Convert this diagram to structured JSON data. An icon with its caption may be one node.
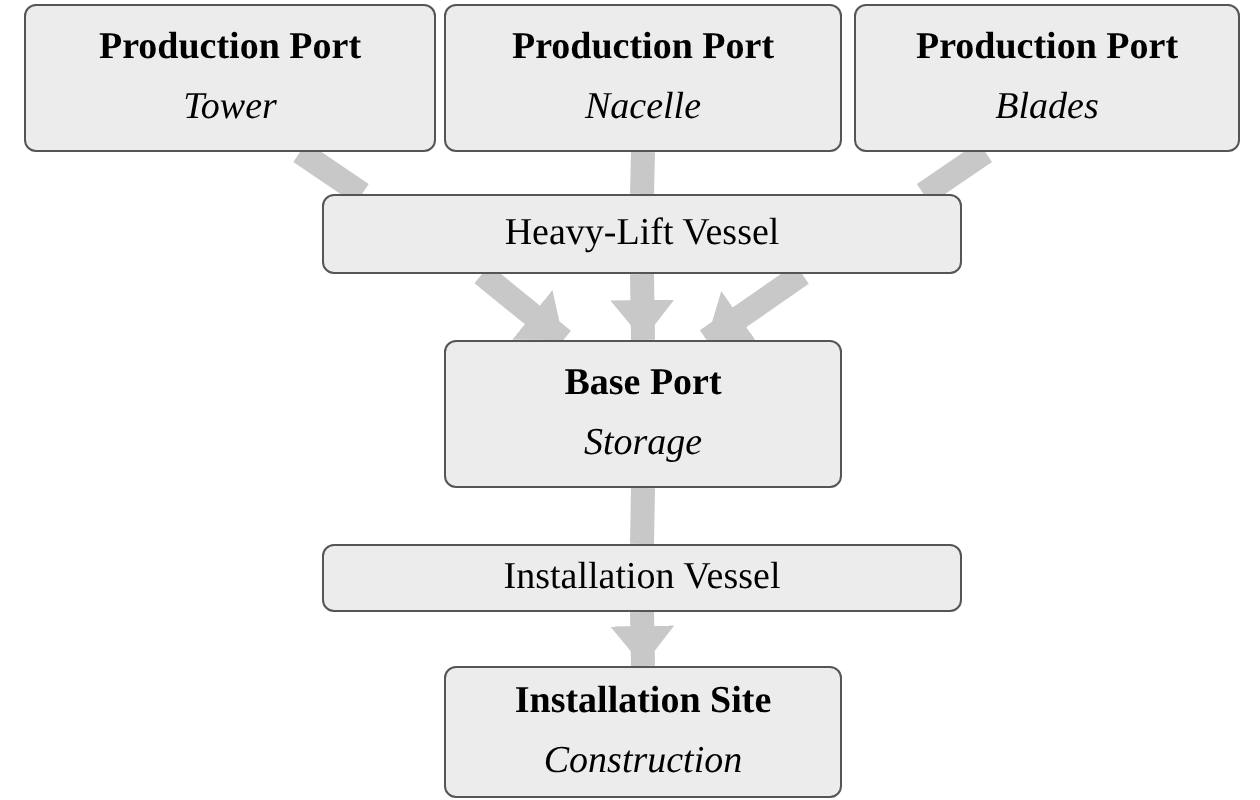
{
  "diagram": {
    "nodes": [
      {
        "text": [
          "Production Port",
          "Tower"
        ]
      },
      {
        "text": [
          "Production Port",
          "Nacelle"
        ]
      },
      {
        "text": [
          "Production Port",
          "Blades"
        ]
      },
      {
        "text": [
          "Heavy-Lift Vessel"
        ]
      },
      {
        "text": [
          "Base Port",
          "Storage"
        ]
      },
      {
        "text": [
          "Installation Vessel"
        ]
      },
      {
        "text": [
          "Installation Site",
          "Construction"
        ]
      }
    ],
    "edges": [
      {
        "from": 0,
        "to": 3,
        "arrow": "none"
      },
      {
        "from": 1,
        "to": 3,
        "arrow": "none"
      },
      {
        "from": 2,
        "to": 3,
        "arrow": "none"
      },
      {
        "from": 3,
        "to": 4,
        "arrow": "to"
      },
      {
        "from": 3,
        "to": 4,
        "arrow": "to"
      },
      {
        "from": 3,
        "to": 4,
        "arrow": "to"
      },
      {
        "from": 4,
        "to": 5,
        "arrow": "none"
      },
      {
        "from": 5,
        "to": 6,
        "arrow": "to"
      }
    ]
  }
}
